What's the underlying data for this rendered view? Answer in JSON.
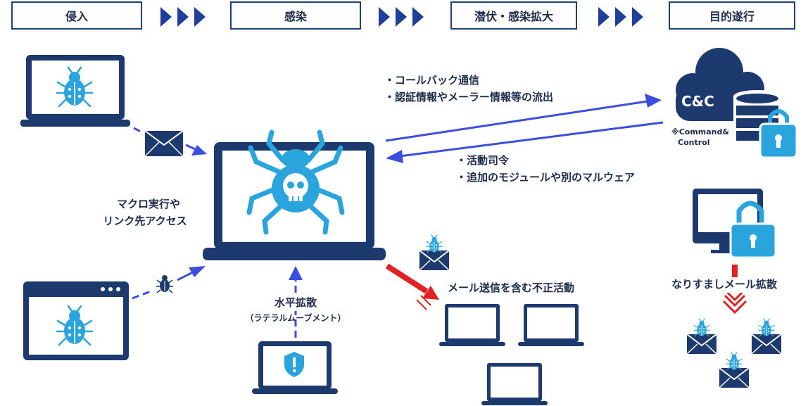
{
  "phases": [
    "侵入",
    "感染",
    "潜伏・感染拡大",
    "目的遂行"
  ],
  "c2_out": [
    "・コールバック通信",
    "・認証情報やメーラー情報等の流出"
  ],
  "c2_in": [
    "・活動司令",
    "・追加のモジュールや別のマルウェア"
  ],
  "cc_label": "C&C",
  "cc_note": [
    "※Command&",
    "Control"
  ],
  "macro_note": [
    "マクロ実行や",
    "リンク先アクセス"
  ],
  "lateral_title": "水平拡散",
  "lateral_sub": "（ラテラルムーブメント）",
  "mail_spread": "メール送信を含む不正活動",
  "impersonation": "なりすましメール拡散",
  "colors": {
    "navy": "#1c3a6e",
    "light_blue": "#2aa4dc",
    "arrow_blue": "#3a4ee0",
    "arrow_red": "#e02222"
  }
}
